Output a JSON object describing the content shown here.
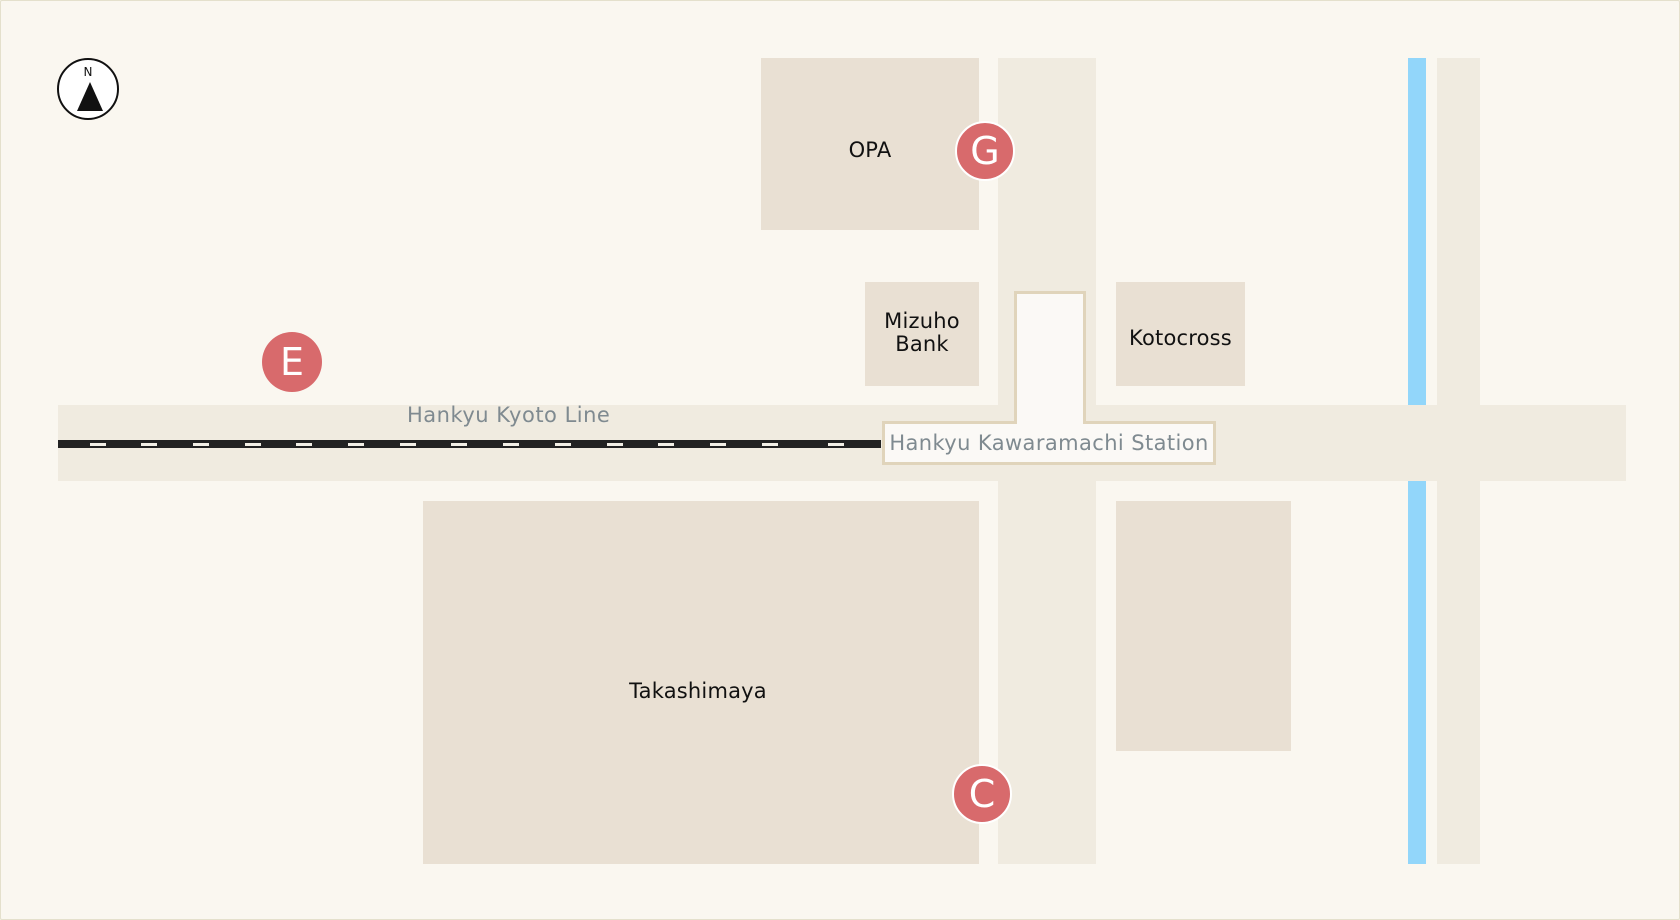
{
  "map": {
    "compass": {
      "letter": "N"
    },
    "buildings": {
      "opa": "OPA",
      "mizuho": "Mizuho\nBank",
      "kotocross": "Kotocross",
      "takashimaya": "Takashimaya"
    },
    "rail_line": "Hankyu Kyoto Line",
    "station": "Hankyu Kawaramachi Station",
    "exits": [
      {
        "letter": "E"
      },
      {
        "letter": "G"
      },
      {
        "letter": "C"
      }
    ]
  },
  "colors": {
    "exit_marker": "#d86a6c",
    "building": "#e9e0d3",
    "road": "#f0ebe0",
    "river": "#92d6fa",
    "rail": "#222222",
    "station_border": "#e0d4bb"
  }
}
